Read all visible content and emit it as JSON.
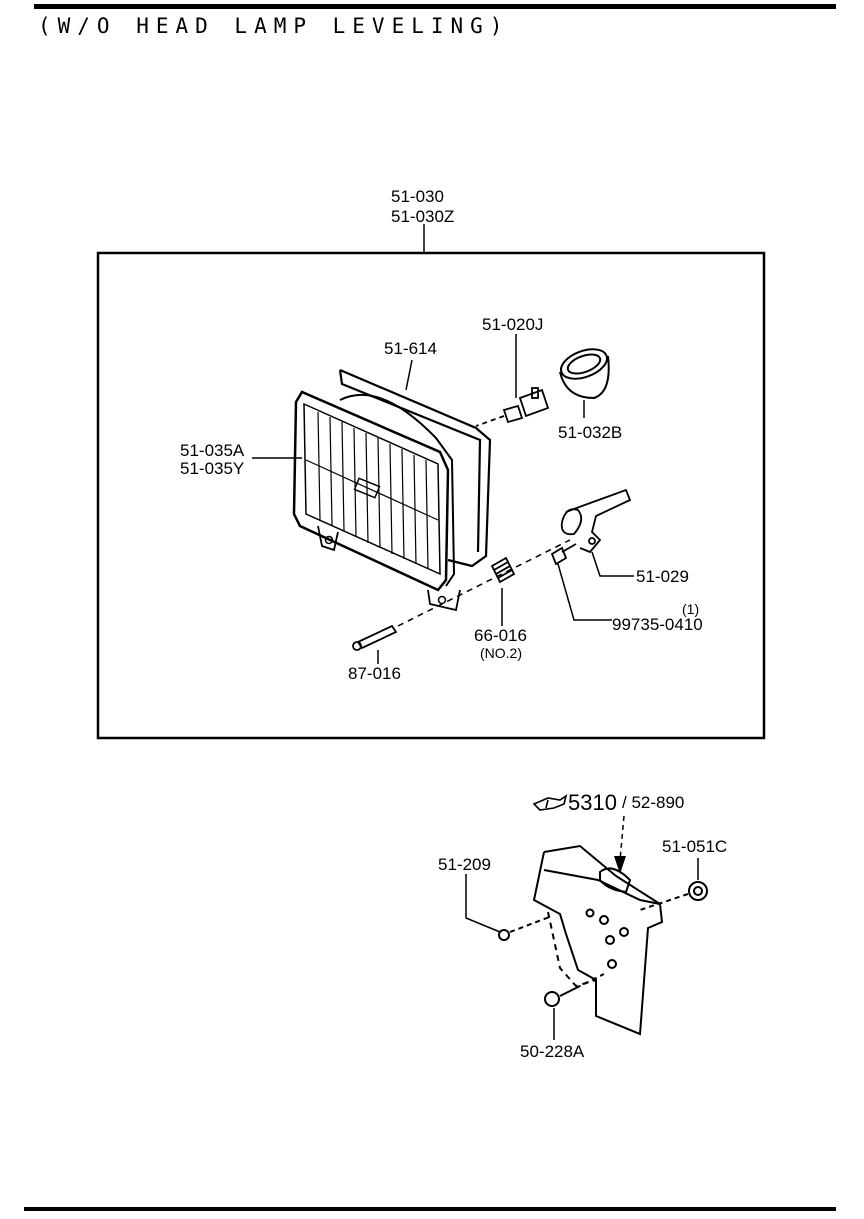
{
  "page": {
    "title": "(W/O HEAD LAMP LEVELING)"
  },
  "assembly": {
    "part_main": "51-030",
    "part_alt": "51-030Z"
  },
  "parts": {
    "rim": "51-614",
    "bulb": "51-020J",
    "socket_cover": "51-032B",
    "unit_a": "51-035A",
    "unit_b": "51-035Y",
    "adjuster": "51-029",
    "clip": "99735-0410",
    "clip_qty": "(1)",
    "spring": "66-016",
    "spring_note": "(NO.2)",
    "screw": "87-016"
  },
  "bracket": {
    "ref_prefix": "5310",
    "ref_suffix": "/ 52-890",
    "nut": "51-051C",
    "screw_upper": "51-209",
    "bolt_lower": "50-228A"
  },
  "icons": {
    "reference": "pointing-hand-icon"
  }
}
